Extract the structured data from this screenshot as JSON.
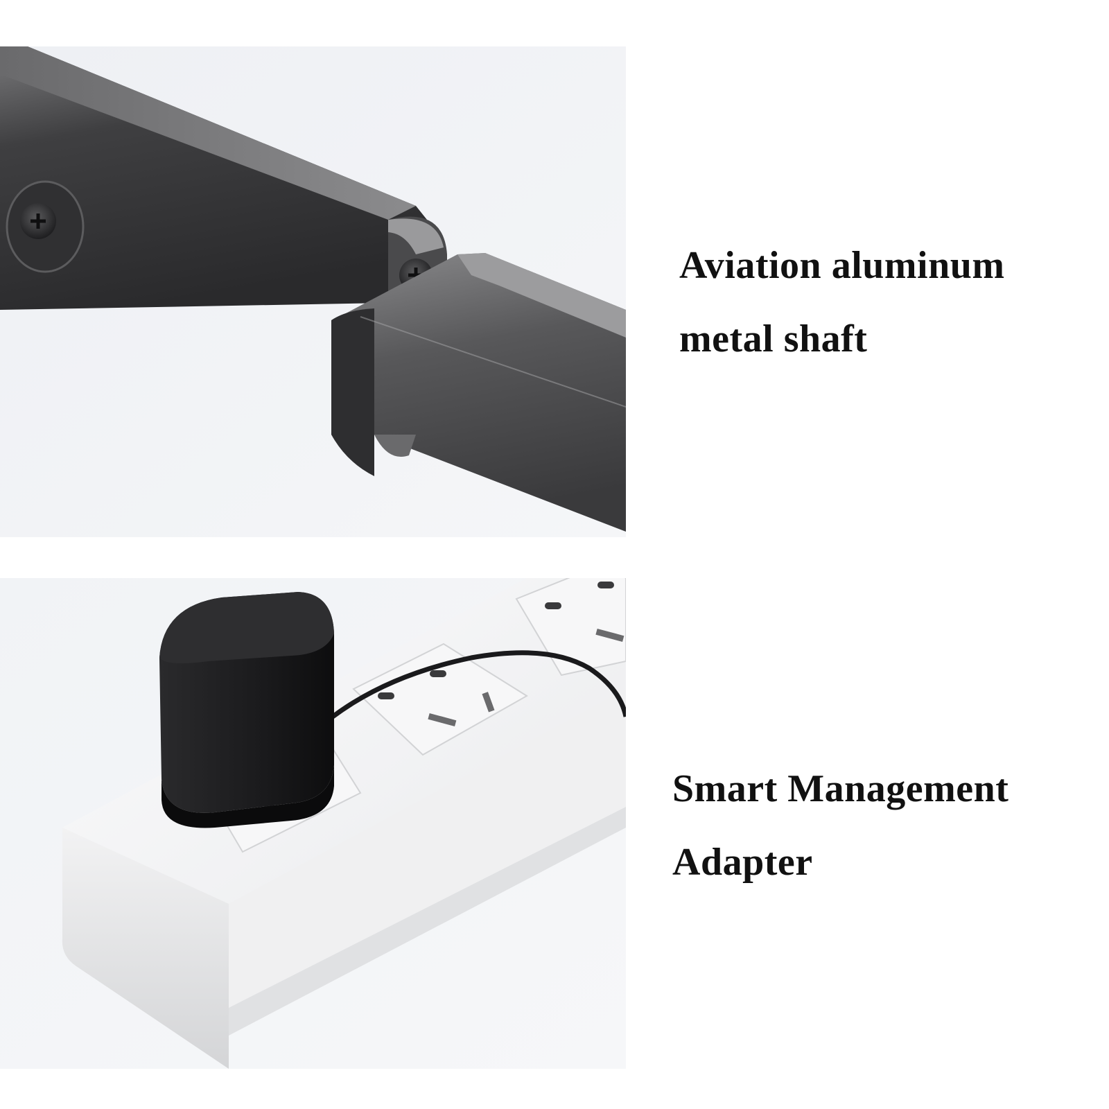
{
  "features": [
    {
      "caption_line1": "Aviation aluminum",
      "caption_line2": "metal shaft",
      "illustration": "aluminum-shaft-joint"
    },
    {
      "caption_line1": "Smart Management",
      "caption_line2": "Adapter",
      "illustration": "adapter-in-power-strip"
    }
  ],
  "colors": {
    "background": "#ffffff",
    "panel_background": "#f2f4f7",
    "metal_dark": "#3a3a3c",
    "metal_light": "#6e6e70",
    "adapter_black": "#1c1c1e",
    "strip_white": "#f7f7f8",
    "text": "#111111"
  }
}
